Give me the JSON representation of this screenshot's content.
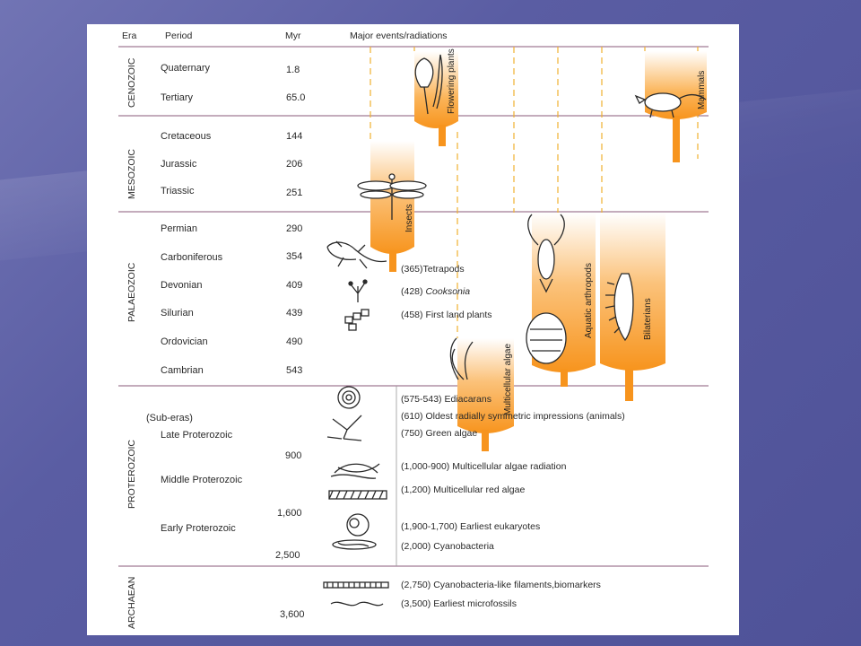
{
  "headers": {
    "era": "Era",
    "period": "Period",
    "myr": "Myr",
    "events": "Major events/radiations"
  },
  "eras": [
    "CENOZOIC",
    "MESOZOIC",
    "PALAEOZOIC",
    "PROTEROZOIC",
    "ARCHAEAN"
  ],
  "periods": [
    {
      "name": "Quaternary",
      "myr": "1.8"
    },
    {
      "name": "Tertiary",
      "myr": "65.0"
    },
    {
      "name": "Cretaceous",
      "myr": "144"
    },
    {
      "name": "Jurassic",
      "myr": "206"
    },
    {
      "name": "Triassic",
      "myr": "251"
    },
    {
      "name": "Permian",
      "myr": "290"
    },
    {
      "name": "Carboniferous",
      "myr": "354"
    },
    {
      "name": "Devonian",
      "myr": "409"
    },
    {
      "name": "Silurian",
      "myr": "439"
    },
    {
      "name": "Ordovician",
      "myr": "490"
    },
    {
      "name": "Cambrian",
      "myr": "543"
    }
  ],
  "suberas_label": "(Sub-eras)",
  "suberas": [
    "Late Proterozoic",
    "Middle Proterozoic",
    "Early Proterozoic"
  ],
  "pre_myr": [
    "900",
    "1,600",
    "2,500",
    "3,600"
  ],
  "events": [
    {
      "prefix": "(365)",
      "text": "Tetrapods",
      "italic": false
    },
    {
      "prefix": "(428) ",
      "text": "Cooksonia",
      "italic": true
    },
    {
      "prefix": "(458) ",
      "text": "First land plants",
      "italic": false
    },
    {
      "prefix": "(575-543) ",
      "text": "Ediacarans",
      "italic": false
    },
    {
      "prefix": "(610) ",
      "text": "Oldest radially symmetric impressions (animals)",
      "italic": false
    },
    {
      "prefix": "(750) ",
      "text": "Green algae",
      "italic": false
    },
    {
      "prefix": "(1,000-900) ",
      "text": "Multicellular algae radiation",
      "italic": false
    },
    {
      "prefix": "(1,200) ",
      "text": "Multicellular red algae",
      "italic": false
    },
    {
      "prefix": "(1,900-1,700) ",
      "text": "Earliest eukaryotes",
      "italic": false
    },
    {
      "prefix": "(2,000) ",
      "text": "Cyanobacteria",
      "italic": false
    },
    {
      "prefix": "(2,750) ",
      "text": "Cyanobacteria-like filaments,biomarkers",
      "italic": false
    },
    {
      "prefix": "(3,500) ",
      "text": "Earliest microfossils",
      "italic": false
    }
  ],
  "radiations": [
    "Flowering plants",
    "Mammals",
    "Insects",
    "Multicellular algae",
    "Aquatic arthropods",
    "Bilaterians"
  ],
  "colors": {
    "orange": "#f7941d",
    "orange_light": "#fde1b8",
    "lines": "#8a5a7a",
    "dash": "#f0b030"
  }
}
